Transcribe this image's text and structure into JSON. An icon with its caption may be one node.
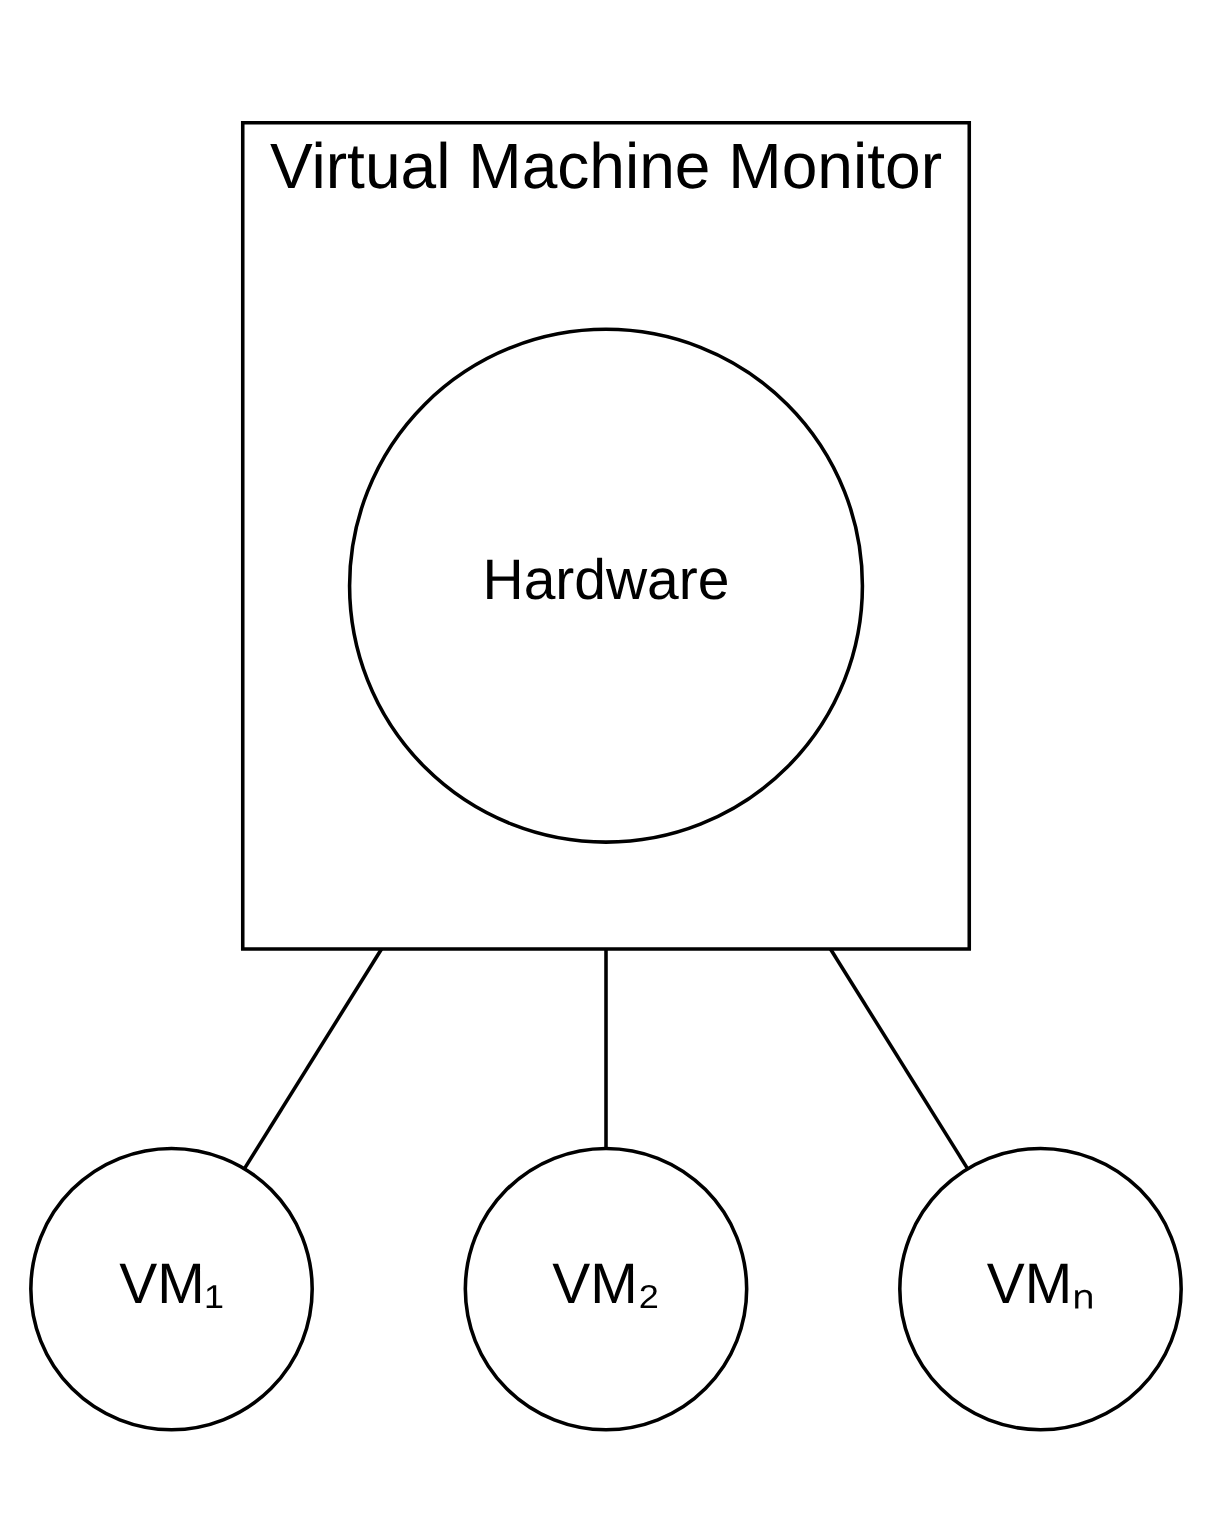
{
  "diagram": {
    "nodes": [
      {
        "text": [
          "Virtual Machine Monitor"
        ]
      },
      {
        "text": [
          "Hardware"
        ],
        "in": 0
      },
      {
        "text": [
          "VM₁"
        ]
      },
      {
        "text": [
          "VM₂"
        ]
      },
      {
        "text": [
          "VMₙ"
        ]
      }
    ],
    "edges": [
      {
        "from": 0,
        "to": 2,
        "arrow": "none"
      },
      {
        "from": 0,
        "to": 3,
        "arrow": "none"
      },
      {
        "from": 0,
        "to": 4,
        "arrow": "none"
      }
    ]
  }
}
